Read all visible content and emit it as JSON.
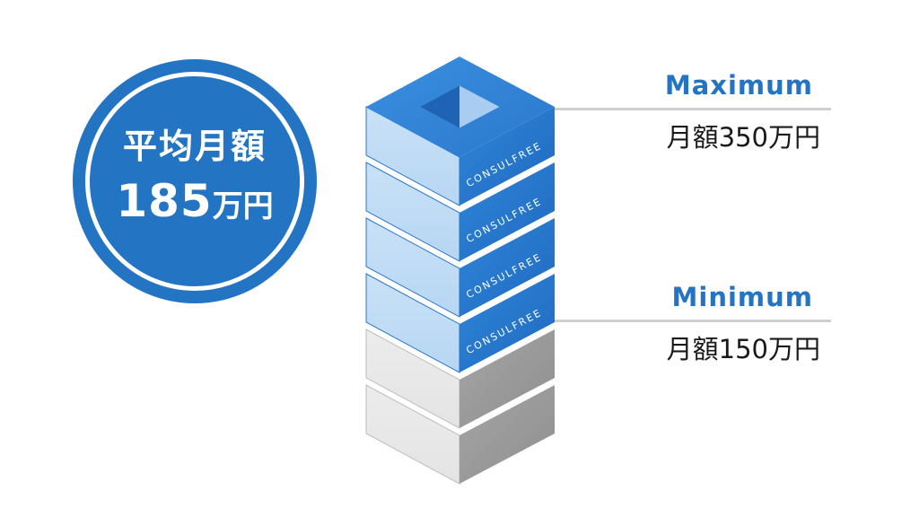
{
  "badge": {
    "title": "平均月額",
    "amount": "185",
    "unit": "万円"
  },
  "tower": {
    "brand_text": "CONSULFREE",
    "blue_block_count": 4,
    "gray_block_count": 2
  },
  "maximum": {
    "label": "Maximum",
    "value": "月額350万円"
  },
  "minimum": {
    "label": "Minimum",
    "value": "月額150万円"
  },
  "colors": {
    "accent_blue": "#2474c4",
    "block_front_light": "#b7d6f3",
    "block_side_blue": "#1f69c0",
    "gray_front": "#e4e4e4",
    "gray_side": "#8f8f8f",
    "leader_line": "#cfcfcf"
  }
}
